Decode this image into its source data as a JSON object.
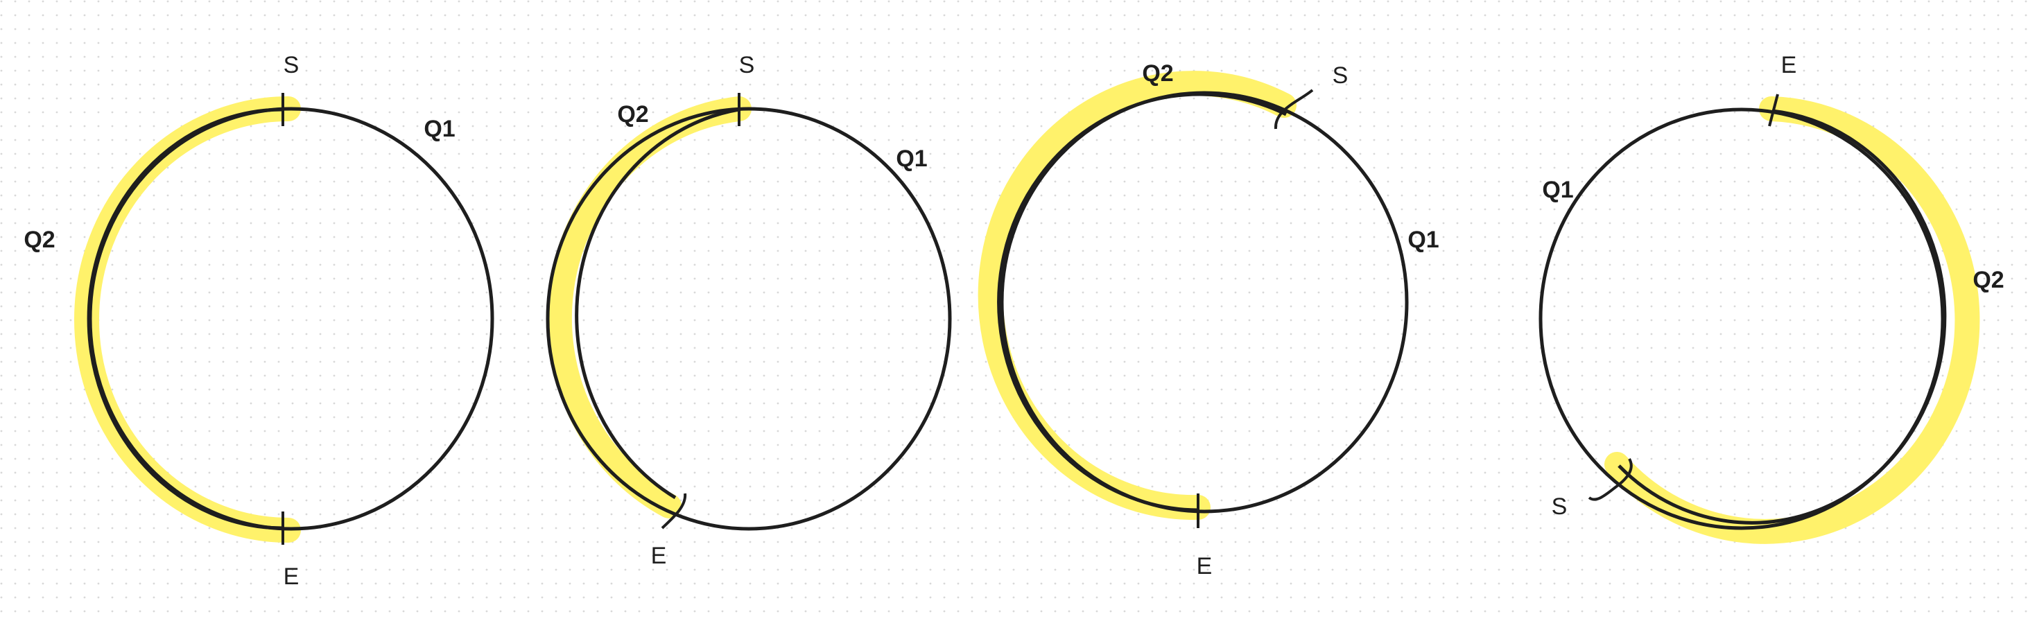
{
  "colors": {
    "stroke": "#1e1e1e",
    "highlight": "#fff26b",
    "q2_text": "#f5c02c",
    "grid_dot": "#d8d8d8"
  },
  "diagrams": [
    {
      "start_label": "S",
      "end_label": "E",
      "q1_label": "Q1",
      "q2_label": "Q2"
    },
    {
      "start_label": "S",
      "end_label": "E",
      "q1_label": "Q1",
      "q2_label": "Q2"
    },
    {
      "start_label": "S",
      "end_label": "E",
      "q1_label": "Q1",
      "q2_label": "Q2"
    },
    {
      "start_label": "E",
      "end_label": "S",
      "q1_label": "Q1",
      "q2_label": "Q2"
    }
  ]
}
